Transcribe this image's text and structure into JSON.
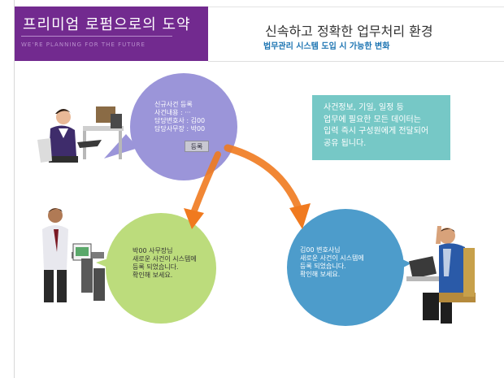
{
  "header": {
    "brand_title": "프리미엄 로펌으로의 도약",
    "brand_slogan": "WE'RE PLANNING FOR THE FUTURE",
    "title": "신속하고 정확한 업무처리 환경",
    "subtitle": "법무관리 시스템 도입 시 가능한 변화"
  },
  "info_box": {
    "lines": [
      "사건정보, 기일, 일정 등",
      "업무에 필요한 모든 데이터는",
      "입력 즉시 구성원에게 전달되어",
      "공유 됩니다."
    ]
  },
  "bubble_register": {
    "lines": [
      "신규사건 등록",
      "사건내용 : ···",
      "담당변호사 : 김00",
      "담당사무장 : 박00"
    ],
    "button_label": "등록"
  },
  "bubble_staff": {
    "lines": [
      "박00 사무장님",
      "새로운 사건이 시스템에",
      "등록 되었습니다.",
      "확인해 보세요."
    ]
  },
  "bubble_lawyer": {
    "lines": [
      "김00 변호사님",
      "새로운 사건이 시스템에",
      "등록 되었습니다.",
      "확인해 보세요."
    ]
  },
  "colors": {
    "banner": "#722a8f",
    "bubble_register": "#9b95d9",
    "bubble_staff": "#bcdc7c",
    "bubble_lawyer": "#4d9ccb",
    "info_box": "#76c8c6",
    "arrow": "#f07a1f"
  }
}
